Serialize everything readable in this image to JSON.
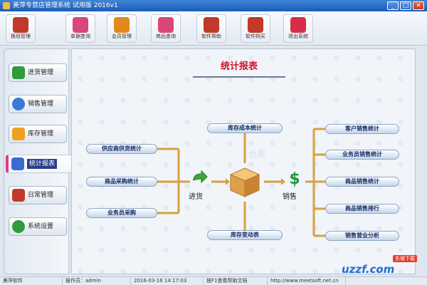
{
  "window": {
    "title": "美萍专营店管理系统 试用版 2016v1",
    "minimize": "_",
    "maximize": "□",
    "close": "×"
  },
  "toolbar": {
    "buttons": [
      {
        "label": "换班管理",
        "icon": "shift-icon",
        "color": "#c0392b"
      },
      {
        "label": "单据查询",
        "icon": "search-icon",
        "color": "#d9477a"
      },
      {
        "label": "会员管理",
        "icon": "member-icon",
        "color": "#e08a1e"
      },
      {
        "label": "商品查询",
        "icon": "product-search-icon",
        "color": "#d9477a"
      },
      {
        "label": "软件帮助",
        "icon": "help-icon",
        "color": "#c0392b"
      },
      {
        "label": "软件购买",
        "icon": "purchase-icon",
        "color": "#c0392b"
      },
      {
        "label": "退出系统",
        "icon": "exit-icon",
        "color": "#d62e4a"
      }
    ]
  },
  "sidebar": {
    "items": [
      {
        "label": "进货管理",
        "icon": "plus-icon",
        "color": "#2f9c3a"
      },
      {
        "label": "销售管理",
        "icon": "globe-icon",
        "color": "#3a7ad6"
      },
      {
        "label": "库存管理",
        "icon": "star-icon",
        "color": "#f0a020"
      },
      {
        "label": "统计报表",
        "icon": "chart-icon",
        "color": "#3b6ad0"
      },
      {
        "label": "日常管理",
        "icon": "calendar-icon",
        "color": "#c0392b"
      },
      {
        "label": "系统设置",
        "icon": "settings-icon",
        "color": "#2f9c3a"
      }
    ]
  },
  "main": {
    "title": "统计报表",
    "left_reports": [
      "供应商供货统计",
      "商品采购统计",
      "业务员采购"
    ],
    "top_report": "库存成本统计",
    "bottom_report": "库存变动表",
    "right_reports": [
      "客户销售统计",
      "业务员销售统计",
      "商品销售统计",
      "商品销售排行",
      "销售营业分析"
    ],
    "center_label": "仓库",
    "inbound_label": "进货",
    "outbound_label": "销售"
  },
  "statusbar": {
    "company": "美萍软件",
    "operator": "操作员：admin",
    "datetime": "2016-03-16 14:17:03",
    "help": "按F1查看帮助文档",
    "url": "http://www.meetsoft.net.cn"
  },
  "watermark": {
    "text": "uzzf.com",
    "badge": "东坡下载"
  }
}
